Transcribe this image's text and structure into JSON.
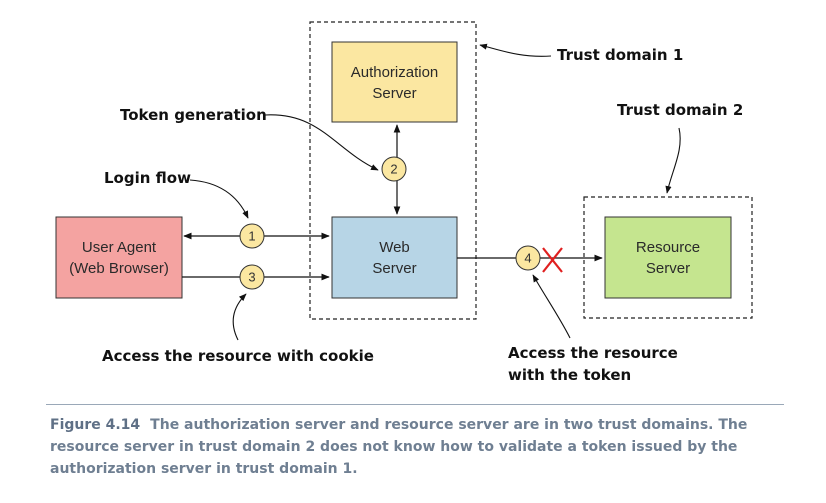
{
  "diagram": {
    "nodes": {
      "user_agent": {
        "line1": "User Agent",
        "line2": "(Web Browser)",
        "fill": "#f4a3a1"
      },
      "web_server": {
        "line1": "Web",
        "line2": "Server",
        "fill": "#b7d5e6"
      },
      "auth_server": {
        "line1": "Authorization",
        "line2": "Server",
        "fill": "#fbe7a1"
      },
      "resource_server": {
        "line1": "Resource",
        "line2": "Server",
        "fill": "#c5e58f"
      }
    },
    "step_badges": [
      "1",
      "2",
      "3",
      "4"
    ],
    "badge_fill": "#fbe7a1",
    "blocked_marker_color": "#e02020",
    "callouts": {
      "trust_domain_1": "Trust domain 1",
      "trust_domain_2": "Trust domain 2",
      "token_generation": "Token generation",
      "login_flow": "Login flow",
      "access_cookie": "Access the resource with cookie",
      "access_token_line1": "Access the resource",
      "access_token_line2": "with the token"
    }
  },
  "caption": {
    "figure_label": "Figure 4.14",
    "text": "The authorization server and resource server are in two trust domains. The resource server in trust domain 2 does not know how to validate a token issued by the authorization server in trust domain 1."
  }
}
